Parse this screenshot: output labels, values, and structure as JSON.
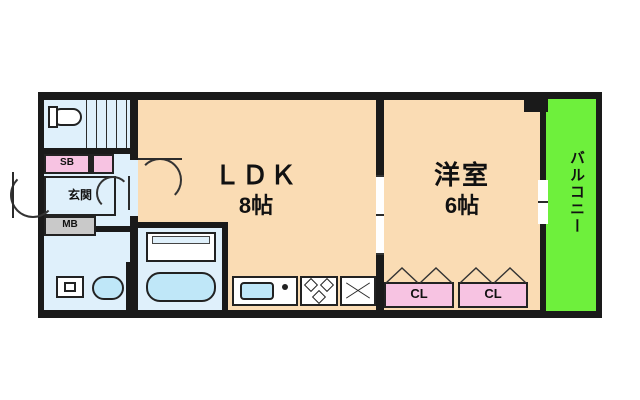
{
  "plan": {
    "title_rooms": [
      {
        "id": "ldk",
        "label": "ＬＤＫ",
        "size": "8帖"
      },
      {
        "id": "washitsu",
        "label": "洋室",
        "size": "6帖"
      }
    ],
    "labels": {
      "balcony": "バルコニー",
      "entrance": "玄関",
      "sb": "SB",
      "ms": "MB",
      "closet_1": "CL",
      "closet_2": "CL"
    },
    "colors": {
      "wall": "#1a1a1a",
      "room_floor": "#fadcb4",
      "water_area": "#dff0fb",
      "balcony": "#6ef03c",
      "closet": "#f7c3e2",
      "fixture_blue": "#bfe7f8",
      "background": "#ffffff"
    }
  }
}
